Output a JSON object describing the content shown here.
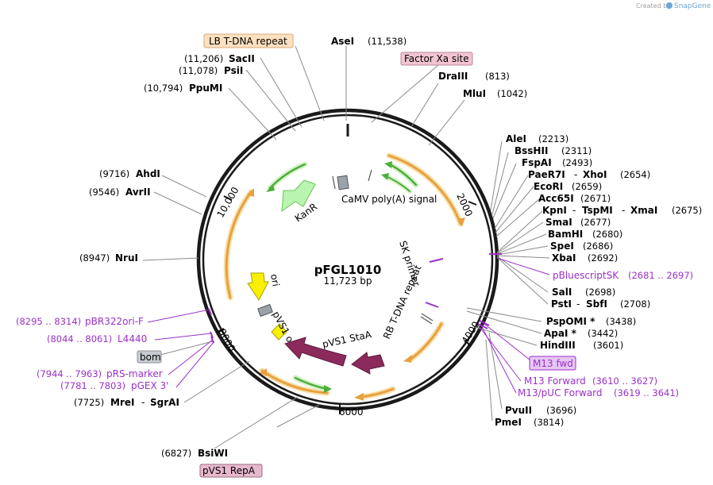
{
  "branding": {
    "created_by": "Created by",
    "product": "SnapGene"
  },
  "plasmid": {
    "name": "pFGL1010",
    "size_label": "11,723 bp",
    "length": 11723
  },
  "ring_ticks": [
    {
      "label": "2000",
      "pos": 2000
    },
    {
      "label": "4000",
      "pos": 4000
    },
    {
      "label": "6000",
      "pos": 6000
    },
    {
      "label": "8000",
      "pos": 8000
    },
    {
      "label": "10,000",
      "pos": 10000
    }
  ],
  "sites": [
    {
      "name": "AseI",
      "loc": "(11,538)"
    },
    {
      "name": "DraIII",
      "loc": "(813)"
    },
    {
      "name": "MluI",
      "loc": "(1042)"
    },
    {
      "name": "AleI",
      "loc": "(2213)"
    },
    {
      "name": "BssHII",
      "loc": "(2311)"
    },
    {
      "name": "FspAI",
      "loc": "(2493)"
    },
    {
      "name": "PaeR7I",
      "name2": "XhoI",
      "loc": "(2654)"
    },
    {
      "name": "EcoRI",
      "loc": "(2659)"
    },
    {
      "name": "Acc65I",
      "loc": "(2671)"
    },
    {
      "name": "KpnI",
      "name2": "TspMI",
      "name3": "XmaI",
      "loc": "(2675)"
    },
    {
      "name": "SmaI",
      "loc": "(2677)"
    },
    {
      "name": "BamHI",
      "loc": "(2680)"
    },
    {
      "name": "SpeI",
      "loc": "(2686)"
    },
    {
      "name": "XbaI",
      "loc": "(2692)"
    },
    {
      "name": "SalI",
      "loc": "(2698)"
    },
    {
      "name": "PstI",
      "name2": "SbfI",
      "loc": "(2708)"
    },
    {
      "name": "PspOMI *",
      "loc": "(3438)"
    },
    {
      "name": "ApaI *",
      "loc": "(3442)"
    },
    {
      "name": "HindIII",
      "loc": "(3601)"
    },
    {
      "name": "PvuII",
      "loc": "(3696)"
    },
    {
      "name": "PmeI",
      "loc": "(3814)"
    },
    {
      "name": "BsiWI",
      "loc": "(6827)"
    },
    {
      "name": "MreI",
      "name2": "SgrAI",
      "loc": "(7725)"
    },
    {
      "name": "NruI",
      "loc": "(8947)"
    },
    {
      "name": "AvrII",
      "loc": "(9546)"
    },
    {
      "name": "AhdI",
      "loc": "(9716)"
    },
    {
      "name": "PpuMI",
      "loc": "(10,794)"
    },
    {
      "name": "PsiI",
      "loc": "(11,078)"
    },
    {
      "name": "SacII",
      "loc": "(11,206)"
    }
  ],
  "primers": [
    {
      "name": "pBluescriptSK",
      "loc": "(2681 .. 2697)"
    },
    {
      "name": "M13 Forward",
      "loc": "(3610 .. 3627)"
    },
    {
      "name": "M13/pUC Forward",
      "loc": "(3619 .. 3641)"
    },
    {
      "name": "pGEX 3'",
      "loc": "(7781 .. 7803)"
    },
    {
      "name": "pRS-marker",
      "loc": "(7944 .. 7963)"
    },
    {
      "name": "L4440",
      "loc": "(8044 .. 8061)"
    },
    {
      "name": "pBR322ori-F",
      "loc": "(8295 .. 8314)"
    }
  ],
  "boxed_features": [
    {
      "name": "LB T-DNA repeat",
      "color": "#fde0c0",
      "border": "#d8a878"
    },
    {
      "name": "Factor Xa site",
      "color": "#f2c4d2",
      "border": "#b88898"
    },
    {
      "name": "M13 fwd",
      "color": "#e6c6f2",
      "border": "#9b30c8"
    },
    {
      "name": "bom",
      "color": "#c8ccd2",
      "border": "#8c9096"
    },
    {
      "name": "pVS1 RepA",
      "color": "#e8b8cc",
      "border": "#9c6c80"
    }
  ],
  "inner_features": {
    "camv": "CaMV poly(A) signal",
    "sk_primer": "SK primer",
    "rb_tdna": "RB T-DNA repeat",
    "kanr": "KanR",
    "ori": "ori",
    "pvs1_oriv": "pVS1 oriV",
    "pvs1_staa": "pVS1 StaA"
  },
  "colors": {
    "backbone": "#1a1a1a",
    "orange_arc": "#e8a040",
    "green_arc": "#4caf3a",
    "kanr": "#b9f4b0",
    "ori": "#f8f000",
    "staa": "#8c2a5c",
    "primer": "#9b30c8",
    "grey_feature": "#9aa2aa"
  }
}
